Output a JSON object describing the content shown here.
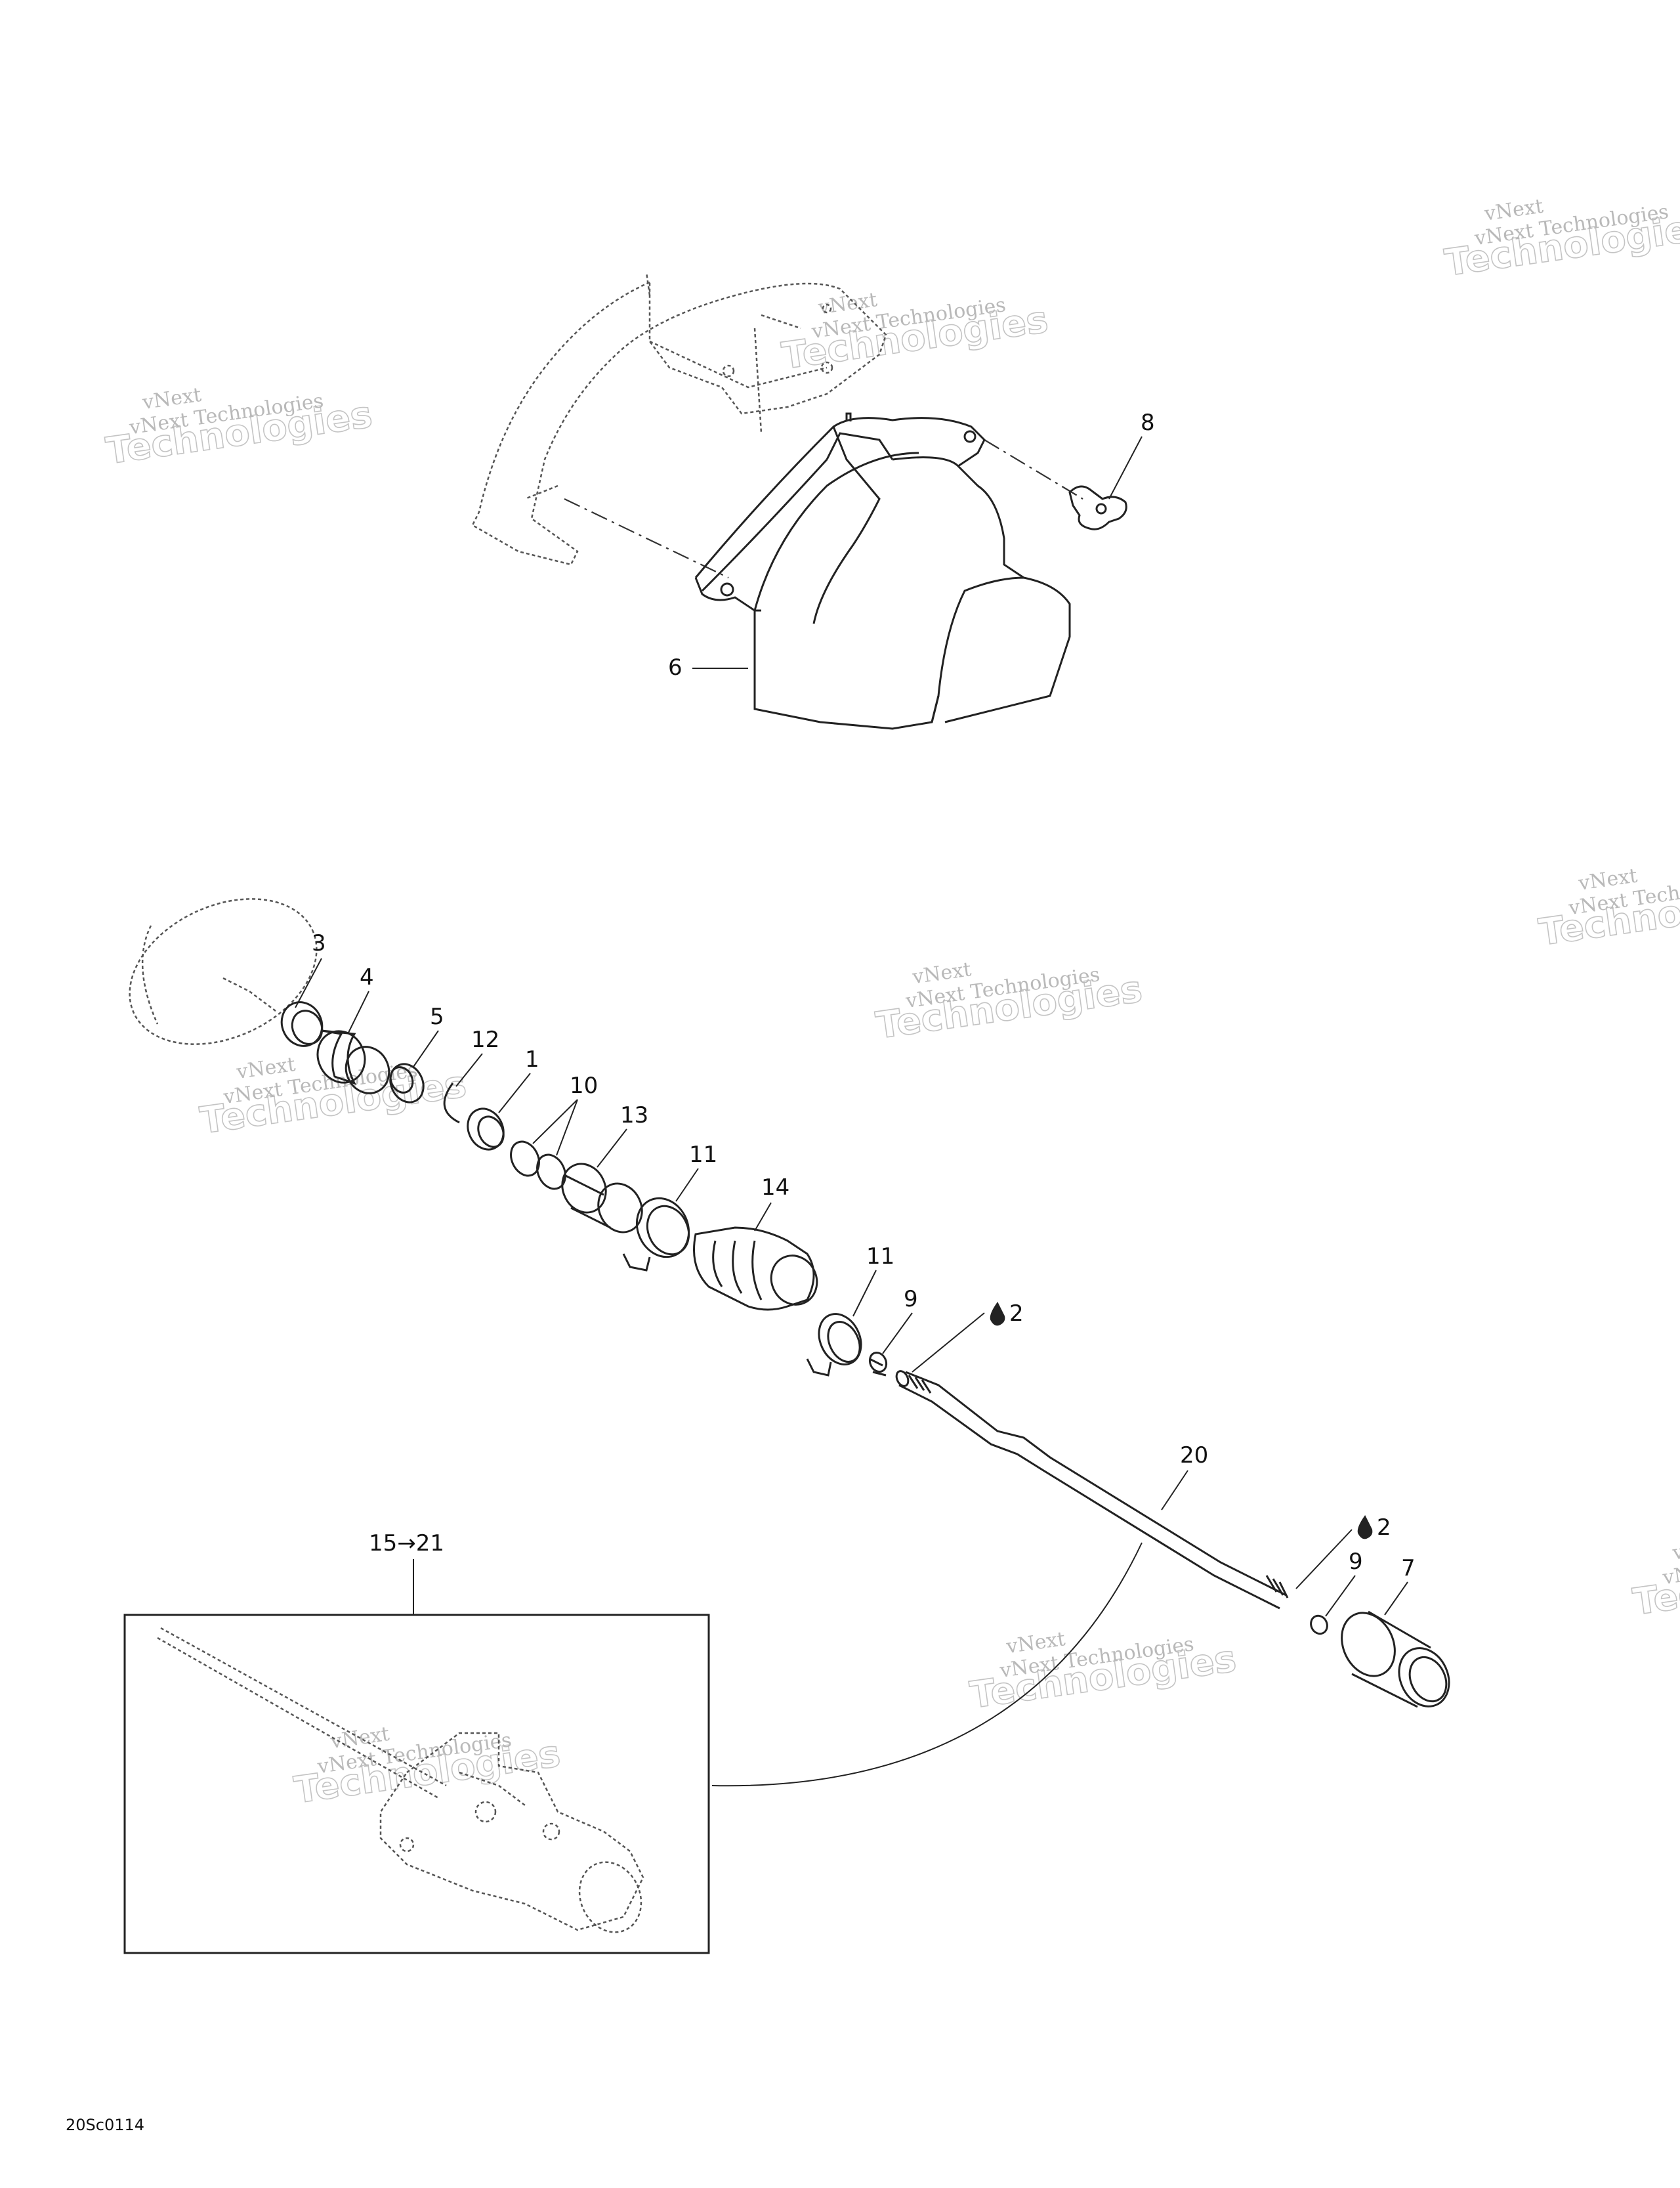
{
  "drawing_ref": "20Sc0114",
  "watermark": {
    "line1": "vNext Technologies",
    "line2": "Technologies",
    "line_top": "vNext"
  },
  "callouts": {
    "c1": "1",
    "c2a": "2",
    "c2b": "2",
    "c3": "3",
    "c4": "4",
    "c5": "5",
    "c6": "6",
    "c7": "7",
    "c8": "8",
    "c9a": "9",
    "c9b": "9",
    "c10": "10",
    "c11a": "11",
    "c11b": "11",
    "c12": "12",
    "c13": "13",
    "c14": "14",
    "c20": "20",
    "c15_21": "15→21"
  },
  "icons": {
    "grease": "grease-drop-icon"
  }
}
